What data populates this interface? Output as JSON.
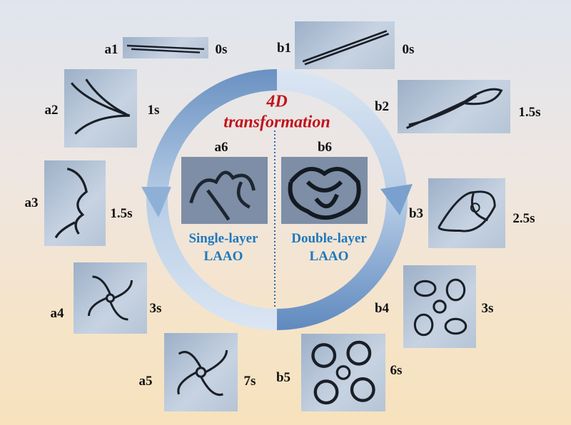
{
  "center": {
    "title_line1": "4D",
    "title_line2": "transformation",
    "single": {
      "label": "a6",
      "line1": "Single-layer",
      "line2": "LAAO"
    },
    "double": {
      "label": "b6",
      "line1": "Double-layer",
      "line2": "LAAO"
    }
  },
  "panels": [
    {
      "label": "a1",
      "time": "0s"
    },
    {
      "label": "a2",
      "time": "1s"
    },
    {
      "label": "a3",
      "time": "1.5s"
    },
    {
      "label": "a4",
      "time": "3s"
    },
    {
      "label": "a5",
      "time": "7s"
    },
    {
      "label": "b1",
      "time": "0s"
    },
    {
      "label": "b2",
      "time": "1.5s"
    },
    {
      "label": "b3",
      "time": "2.5s"
    },
    {
      "label": "b4",
      "time": "3s"
    },
    {
      "label": "b5",
      "time": "6s"
    }
  ],
  "colors": {
    "title": "#c0141b",
    "layer_text": "#1f78bd",
    "ring": "#6f97c7"
  }
}
